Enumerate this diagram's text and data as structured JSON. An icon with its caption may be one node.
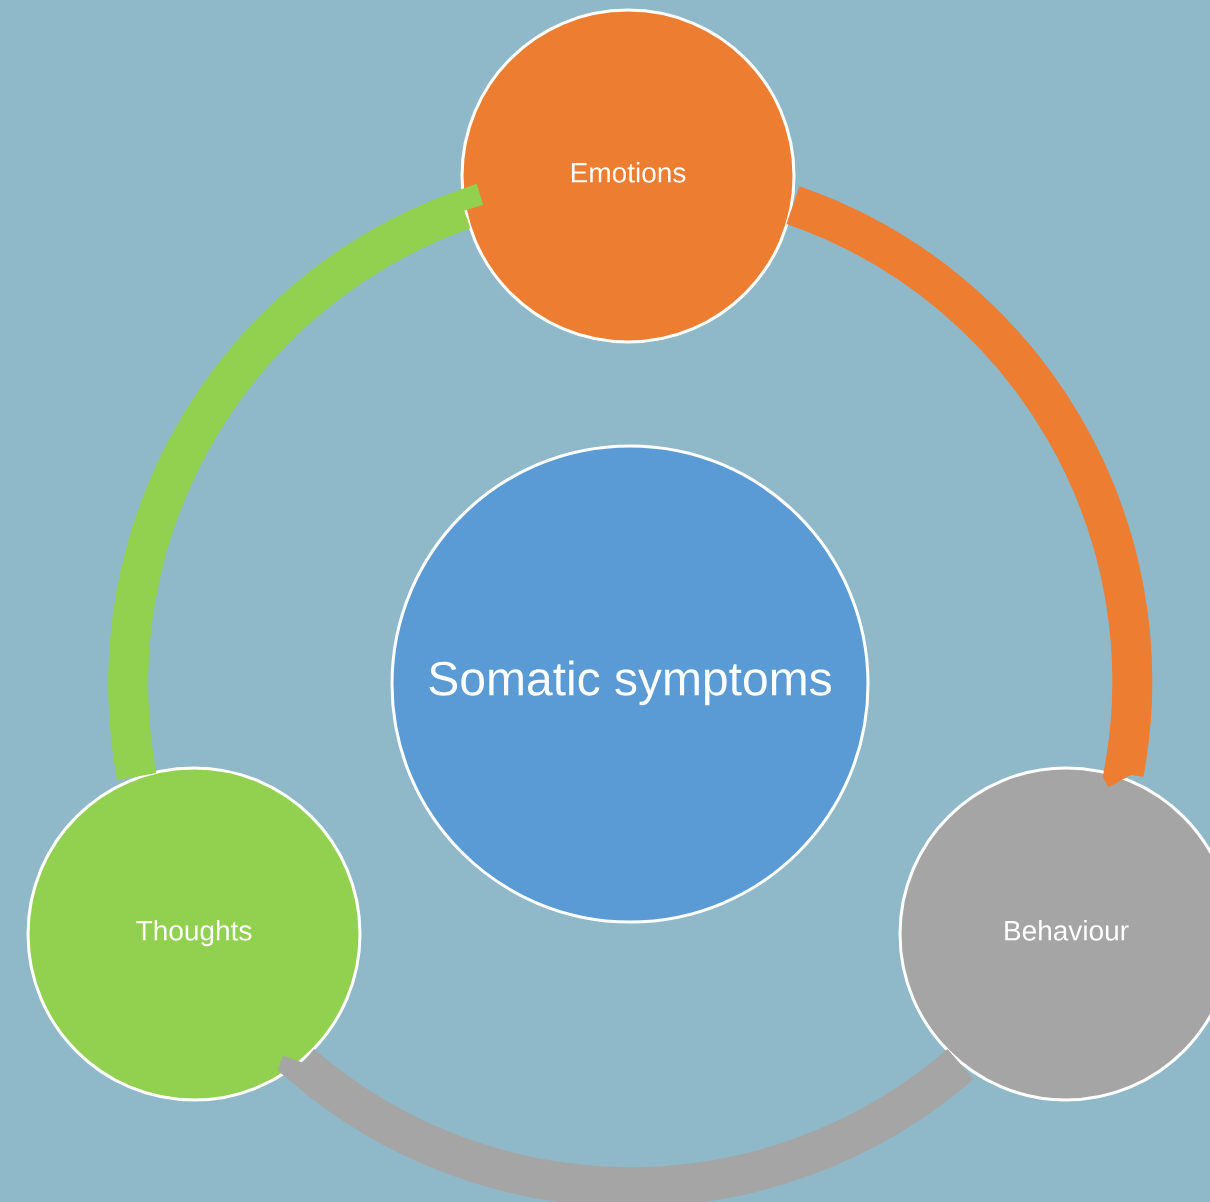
{
  "diagram": {
    "nodes": [
      {
        "text": [
          "Emotions"
        ]
      },
      {
        "text": [
          "Somatic symptoms"
        ]
      },
      {
        "text": [
          "Thoughts"
        ]
      },
      {
        "text": [
          "Behaviour"
        ]
      }
    ],
    "edges": [
      {
        "from": 0,
        "to": 3,
        "arrow": "none",
        "color": "#ed7d31"
      },
      {
        "from": 3,
        "to": 2,
        "arrow": "none",
        "color": "#a5a5a5"
      },
      {
        "from": 2,
        "to": 0,
        "arrow": "none",
        "color": "#92d050"
      }
    ]
  }
}
